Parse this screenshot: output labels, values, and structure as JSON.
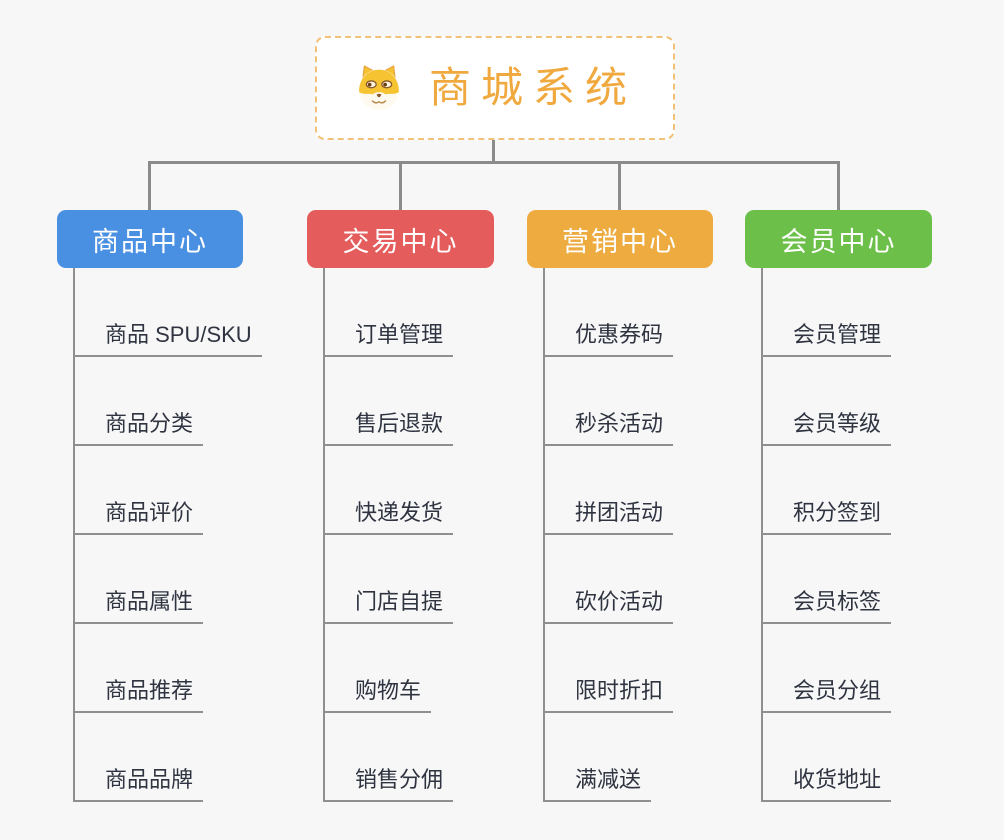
{
  "root": {
    "title": "商城系统",
    "icon": "shiba-dog-icon"
  },
  "branches": [
    {
      "label": "商品中心",
      "color": "#4a90e2",
      "items": [
        "商品 SPU/SKU",
        "商品分类",
        "商品评价",
        "商品属性",
        "商品推荐",
        "商品品牌"
      ]
    },
    {
      "label": "交易中心",
      "color": "#e45c5c",
      "items": [
        "订单管理",
        "售后退款",
        "快递发货",
        "门店自提",
        "购物车",
        "销售分佣"
      ]
    },
    {
      "label": "营销中心",
      "color": "#edab40",
      "items": [
        "优惠券码",
        "秒杀活动",
        "拼团活动",
        "砍价活动",
        "限时折扣",
        "满减送"
      ]
    },
    {
      "label": "会员中心",
      "color": "#6cc04a",
      "items": [
        "会员管理",
        "会员等级",
        "积分签到",
        "会员标签",
        "会员分组",
        "收货地址"
      ]
    }
  ],
  "colors": {
    "background": "#f7f7f8",
    "connector_line": "#8b8b8b",
    "root_border": "#f2c178",
    "root_text": "#f0a93e",
    "item_text": "#2f3440"
  }
}
